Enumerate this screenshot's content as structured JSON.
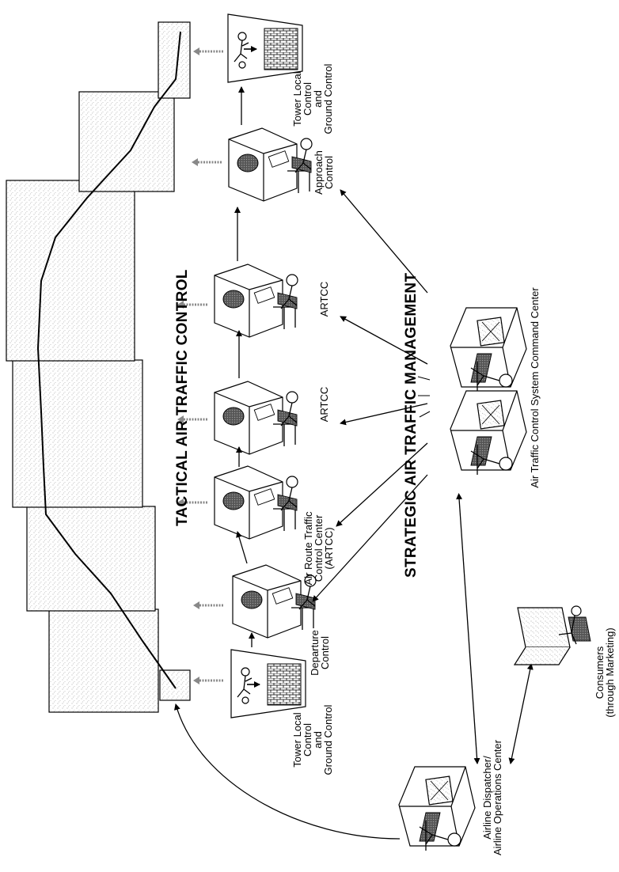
{
  "titles": {
    "tactical": "TACTICAL AIR TRAFFIC CONTROL",
    "strategic": "STRATEGIC AIR TRAFFIC MANAGEMENT"
  },
  "labels": {
    "tower_right": [
      "Tower Local",
      "Control",
      "and",
      "Ground Control"
    ],
    "approach": [
      "Approach",
      "Control"
    ],
    "artcc_upper": [
      "ARTCC"
    ],
    "artcc_middle": [
      "ARTCC"
    ],
    "artcc_full": [
      "Air Route Traffic",
      "Control Center",
      "(ARTCC)"
    ],
    "departure": [
      "Departure",
      "Control"
    ],
    "tower_left": [
      "Tower Local",
      "Control",
      "and",
      "Ground Control"
    ],
    "command_center": [
      "Air Traffic Control System Command Center"
    ],
    "airline": [
      "Airline Dispatcher/",
      "Airline Operations Center"
    ],
    "consumers": [
      "Consumers",
      "(through Marketing)"
    ]
  },
  "icons": {
    "tower": "tower-controller-icon",
    "console": "controller-workstation-icon",
    "command": "command-center-icon",
    "dispatcher": "airline-dispatcher-icon",
    "consumer": "consumer-desk-icon"
  }
}
